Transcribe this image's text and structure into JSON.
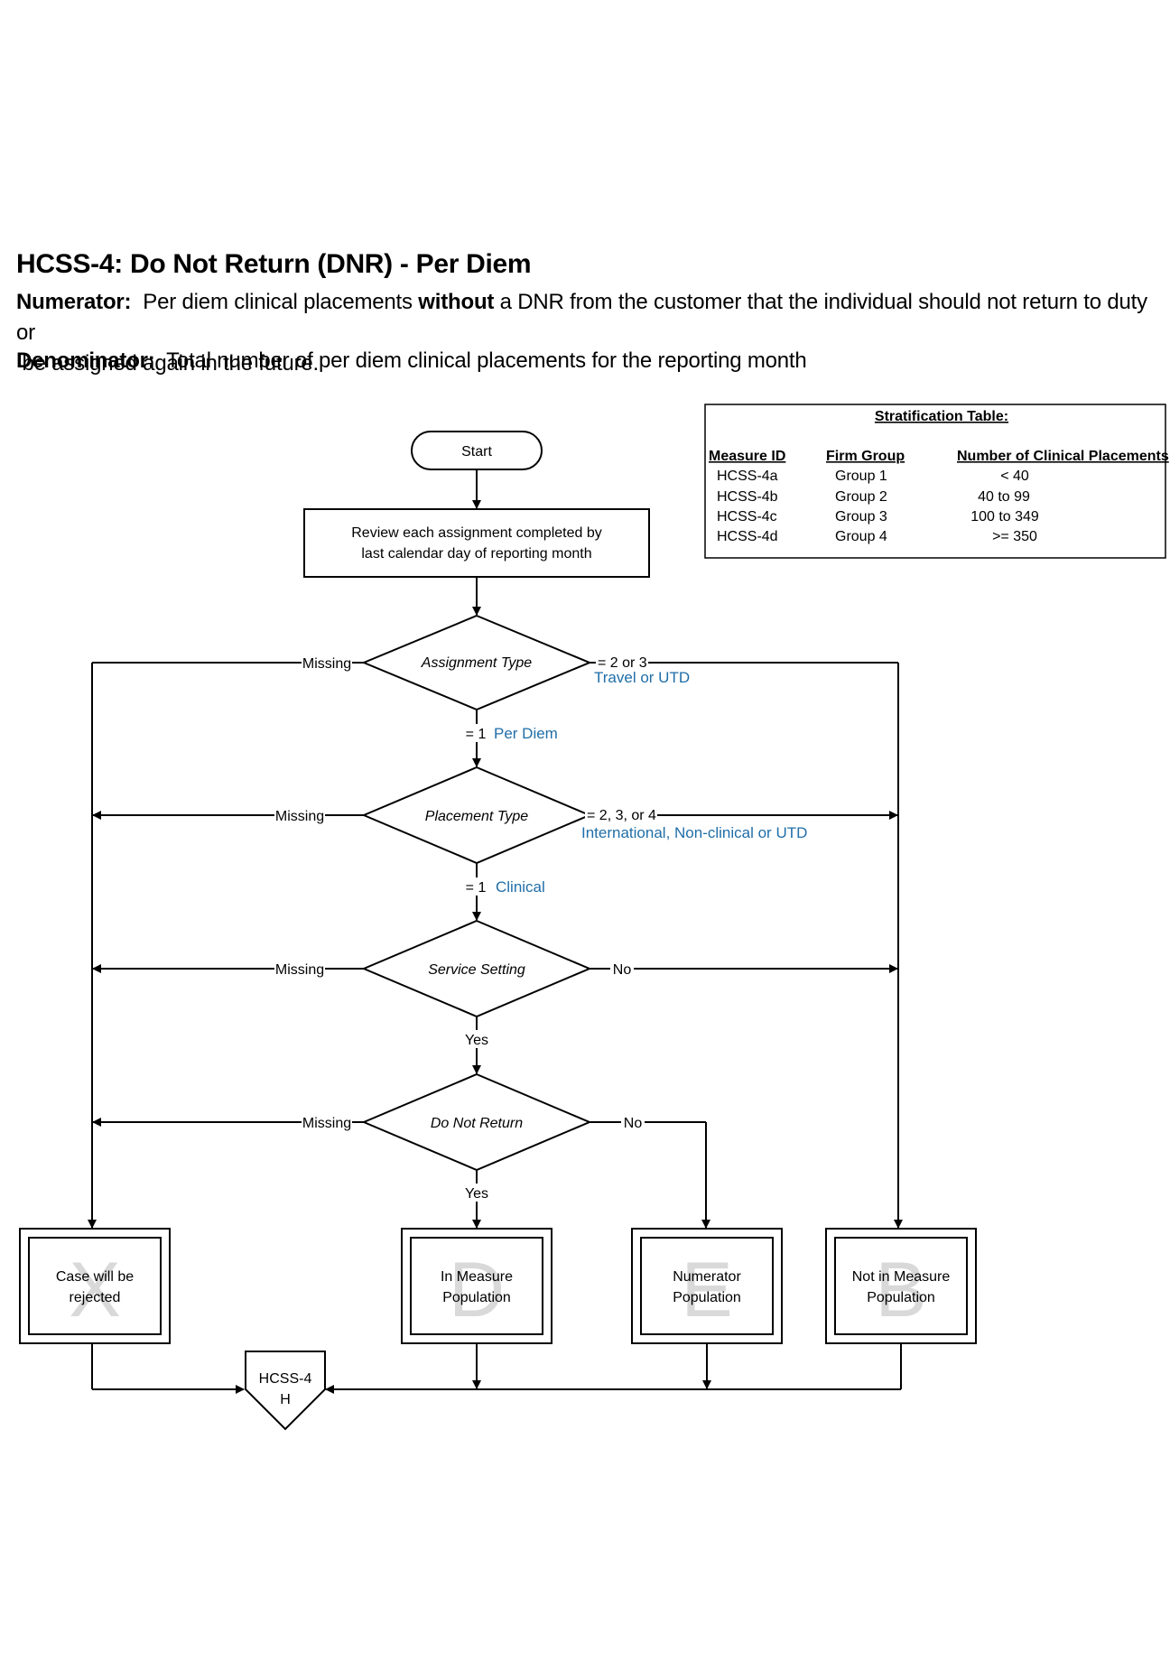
{
  "header": {
    "title": "HCSS-4:  Do Not Return (DNR) - Per Diem",
    "numerator_label": "Numerator:",
    "numerator_pre": "Per diem clinical placements ",
    "numerator_bold": "without",
    "numerator_post": " a DNR from the customer that the individual should not return to duty or",
    "numerator_line2": "be assigned again in the future.",
    "denominator_label": "Denominator:",
    "denominator_text": "Total number of per diem clinical placements for the reporting month"
  },
  "strat_table": {
    "title": "Stratification Table:",
    "headers": [
      "Measure ID",
      "Firm Group",
      "Number of Clinical Placements"
    ],
    "rows": [
      [
        "HCSS-4a",
        "Group 1",
        "< 40"
      ],
      [
        "HCSS-4b",
        "Group 2",
        "40 to 99"
      ],
      [
        "HCSS-4c",
        "Group 3",
        "100 to 349"
      ],
      [
        "HCSS-4d",
        "Group 4",
        ">= 350"
      ]
    ]
  },
  "flow": {
    "start": "Start",
    "review_line1": "Review each assignment completed by",
    "review_line2": "last calendar day of reporting month",
    "d1": "Assignment Type",
    "d2": "Placement Type",
    "d3": "Service Setting",
    "d4": "Do Not Return",
    "missing": "Missing",
    "d1_right": "= 2 or 3",
    "d1_right_blue": "Travel or UTD",
    "d1_down": "= 1",
    "d1_down_blue": "Per Diem",
    "d2_right": "= 2, 3, or 4",
    "d2_right_blue": "International, Non-clinical or UTD",
    "d2_down": "= 1",
    "d2_down_blue": "Clinical",
    "no": "No",
    "yes": "Yes",
    "out_x_letter": "X",
    "out_x_line1": "Case will be",
    "out_x_line2": "rejected",
    "out_d_letter": "D",
    "out_d_line1": "In Measure",
    "out_d_line2": "Population",
    "out_e_letter": "E",
    "out_e_line1": "Numerator",
    "out_e_line2": "Population",
    "out_b_letter": "B",
    "out_b_line1": "Not in Measure",
    "out_b_line2": "Population",
    "connector_line1": "HCSS-4",
    "connector_line2": "H"
  }
}
